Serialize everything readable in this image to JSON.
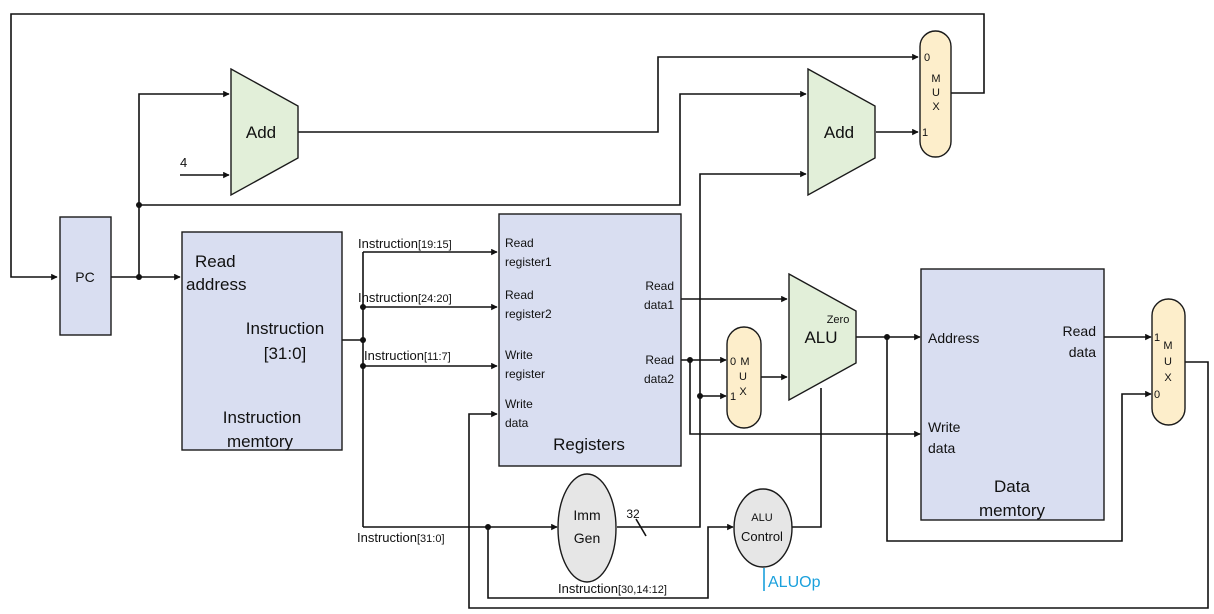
{
  "pc": {
    "label": "PC"
  },
  "adder_pc4": {
    "label": "Add",
    "const": "4"
  },
  "adder_branch": {
    "label": "Add"
  },
  "mux_pc": {
    "label": [
      "M",
      "U",
      "X"
    ],
    "in0": "0",
    "in1": "1"
  },
  "mux_alu": {
    "label": [
      "M",
      "U",
      "X"
    ],
    "in0": "0",
    "in1": "1"
  },
  "mux_wb": {
    "label": [
      "M",
      "U",
      "X"
    ],
    "in1": "1",
    "in0": "0"
  },
  "imem": {
    "read_address": [
      "Read",
      "address"
    ],
    "instruction": [
      "Instruction",
      "[31:0]"
    ],
    "title": [
      "Instruction",
      "memtory"
    ]
  },
  "registers": {
    "read_register1": [
      "Read",
      "register1"
    ],
    "read_register2": [
      "Read",
      "register2"
    ],
    "write_register": [
      "Write",
      "register"
    ],
    "write_data": [
      "Write",
      "data"
    ],
    "read_data1": [
      "Read",
      "data1"
    ],
    "read_data2": [
      "Read",
      "data2"
    ],
    "title": "Registers"
  },
  "alu": {
    "label": "ALU",
    "zero": "Zero"
  },
  "dmem": {
    "address": "Address",
    "write_data": [
      "Write",
      "data"
    ],
    "read_data": [
      "Read",
      "data"
    ],
    "title": [
      "Data",
      "memtory"
    ]
  },
  "immgen": {
    "label": [
      "Imm",
      "Gen"
    ],
    "width": "32"
  },
  "alu_control": {
    "label": [
      "ALU",
      "Control"
    ],
    "op": "ALUOp"
  },
  "buses": {
    "bus_19_15": {
      "name": "Instruction",
      "bits": "[19:15]"
    },
    "bus_24_20": {
      "name": "Instruction",
      "bits": "[24:20]"
    },
    "bus_11_7": {
      "name": "Instruction",
      "bits": "[11:7]"
    },
    "bus_31_0": {
      "name": "Instruction",
      "bits": "[31:0]"
    },
    "bus_30_14_12": {
      "name": "Instruction",
      "bits": "[30,14:12]"
    }
  },
  "colors": {
    "block_fill": "#d9def1",
    "adder_fill": "#e2efd9",
    "mux_fill": "#fdeecb",
    "oval_fill": "#e6e6e6",
    "aluop": "#1aa0dc"
  }
}
